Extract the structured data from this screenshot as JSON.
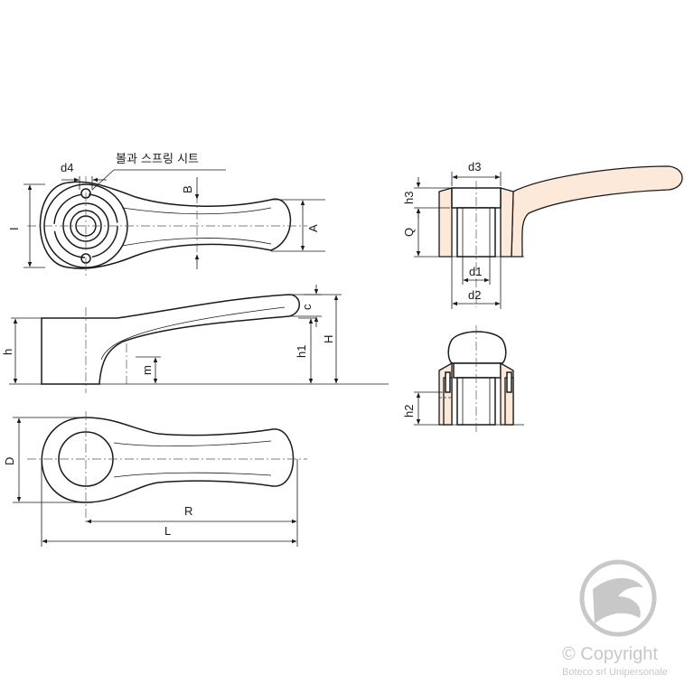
{
  "note_label": "볼과 스프링 시트",
  "dimensions": {
    "d4": "d4",
    "B": "B",
    "I": "I",
    "A": "A",
    "c": "c",
    "h": "h",
    "H": "H",
    "h1": "h1",
    "m": "m",
    "D": "D",
    "R": "R",
    "L": "L",
    "d3": "d3",
    "h3": "h3",
    "Q": "Q",
    "d1": "d1",
    "d2": "d2",
    "h2": "h2"
  },
  "watermark": {
    "copyright": "© Copyright",
    "owner": "Boteco srl Unipersonale"
  },
  "colors": {
    "section_fill": "#fde9d9",
    "line": "#1a1a1a",
    "watermark": "#c8c8c8"
  }
}
